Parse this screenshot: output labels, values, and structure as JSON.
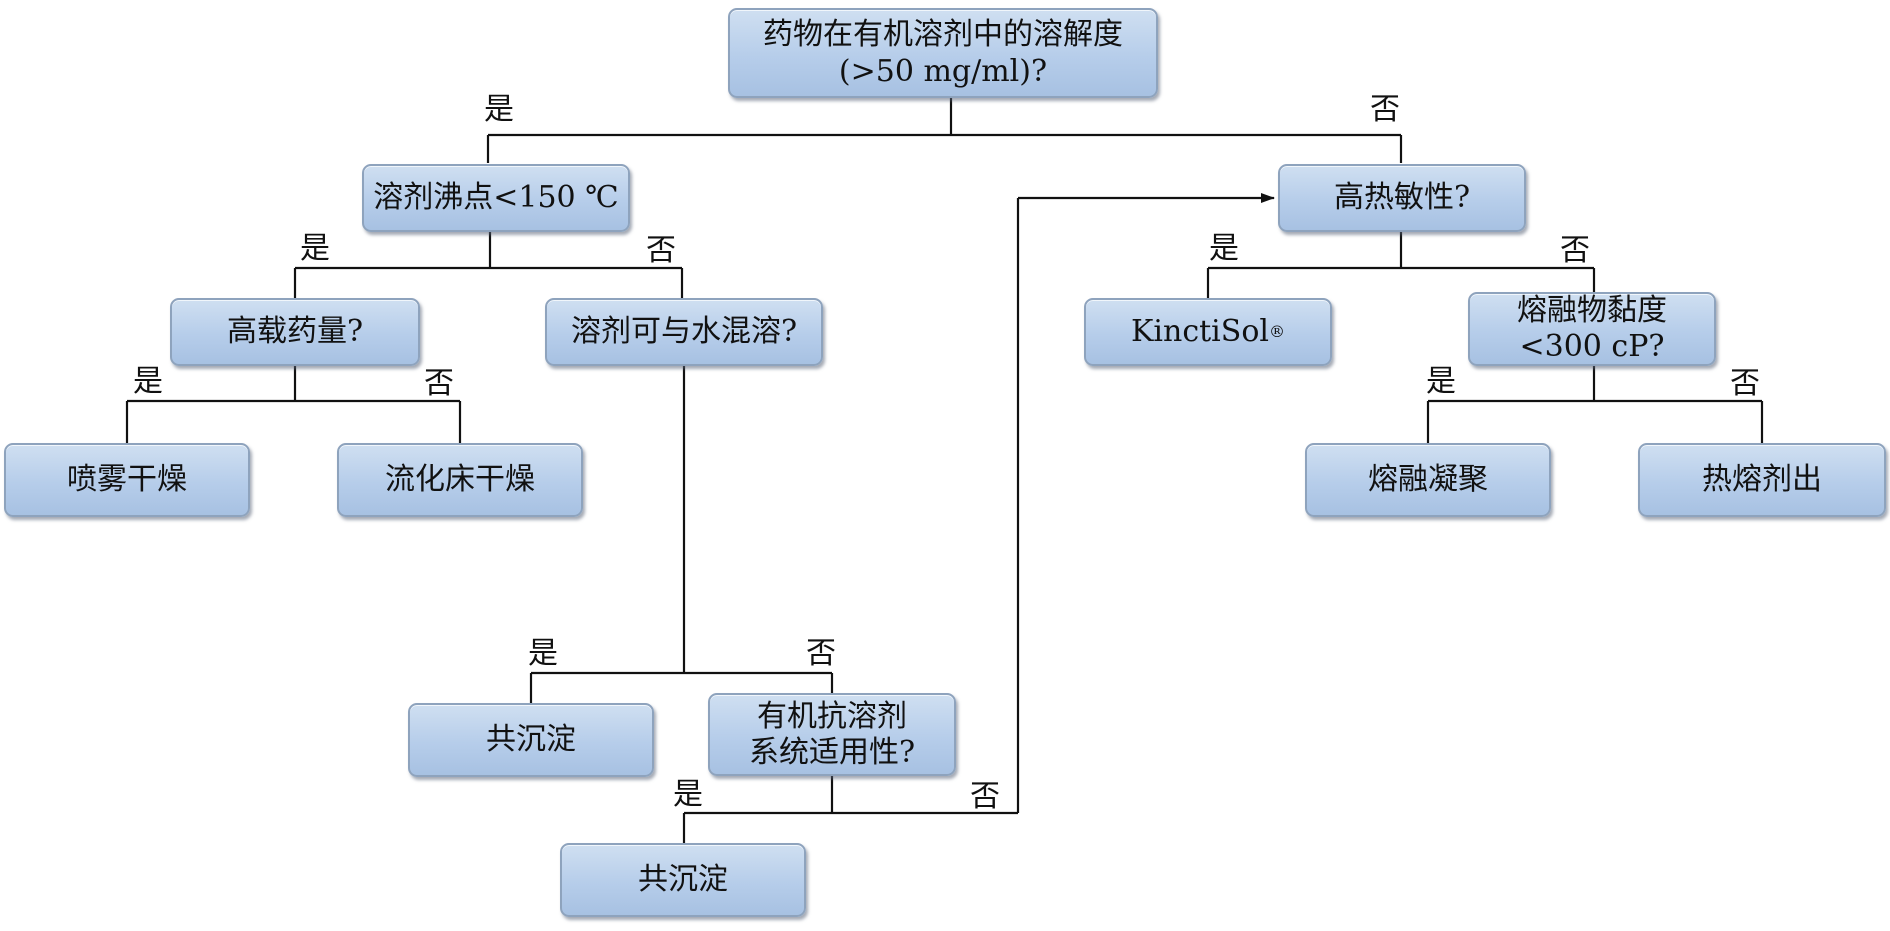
{
  "nodes": {
    "root": "药物在有机溶剂中的溶解度\n(>50 mg/ml)?",
    "boiling_point": "溶剂沸点<150 ℃",
    "heat_sensitive": "高热敏性?",
    "high_load": "高载药量?",
    "water_miscible": "溶剂可与水混溶?",
    "kinetisol": "KinctiSol",
    "kinetisol_mark": "®",
    "melt_viscosity": "熔融物黏度\n<300 cP?",
    "spray_drying": "喷雾干燥",
    "fluid_bed_drying": "流化床干燥",
    "melt_granulation": "熔融凝聚",
    "hot_melt_extrusion": "热熔剂出",
    "coprecipitation_1": "共沉淀",
    "antisolvent": "有机抗溶剂\n系统适用性?",
    "coprecipitation_2": "共沉淀"
  },
  "labels": {
    "yes": "是",
    "no": "否"
  }
}
